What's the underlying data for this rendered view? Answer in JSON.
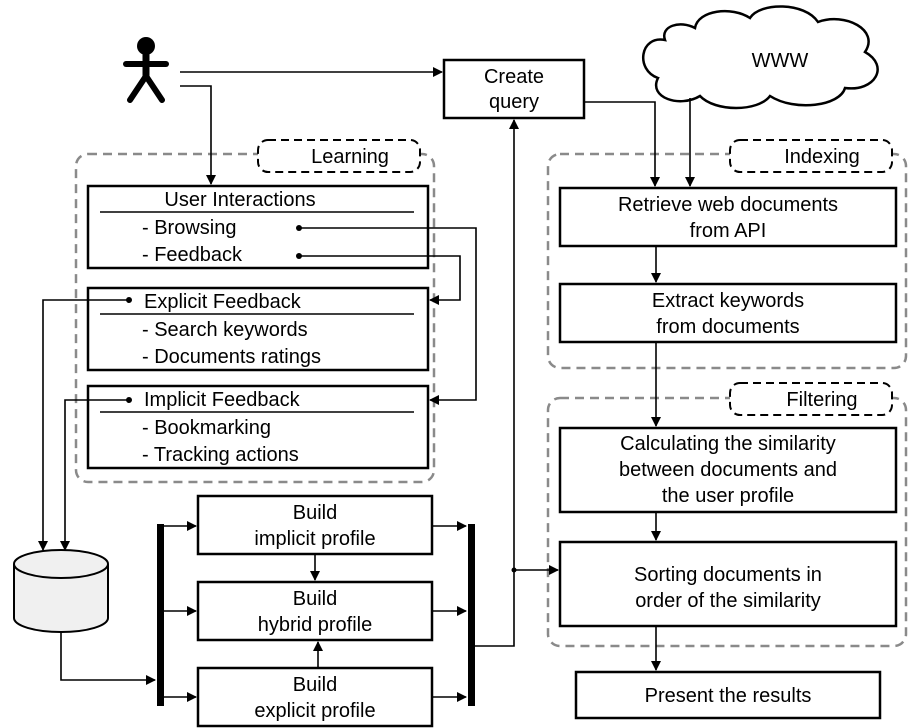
{
  "colors": {
    "group_border": "#8a8a8a",
    "stroke": "#000000",
    "background": "#ffffff",
    "database_fill": "#f0f0f0"
  },
  "icons": {
    "user": "stick-figure-icon",
    "database": "database-cylinder-icon",
    "cloud": "cloud-icon"
  },
  "cloud_label": "WWW",
  "create_query": [
    "Create",
    "query"
  ],
  "learning": {
    "tag": "Learning",
    "user_interactions": {
      "title": "User Interactions",
      "items": [
        "- Browsing",
        "- Feedback"
      ]
    },
    "explicit_feedback": {
      "title": "Explicit Feedback",
      "items": [
        "- Search keywords",
        "- Documents ratings"
      ]
    },
    "implicit_feedback": {
      "title": "Implicit Feedback",
      "items": [
        "- Bookmarking",
        "- Tracking actions"
      ]
    }
  },
  "indexing": {
    "tag": "Indexing",
    "retrieve": [
      "Retrieve web documents",
      "from API"
    ],
    "extract": [
      "Extract keywords",
      "from documents"
    ]
  },
  "filtering": {
    "tag": "Filtering",
    "calculating": [
      "Calculating the similarity",
      "between documents and",
      "the user profile"
    ],
    "sorting": [
      "Sorting documents in",
      "order of the similarity"
    ]
  },
  "profiles": {
    "implicit": [
      "Build",
      "implicit profile"
    ],
    "hybrid": [
      "Build",
      "hybrid profile"
    ],
    "explicit": [
      "Build",
      "explicit profile"
    ]
  },
  "present": "Present the results"
}
